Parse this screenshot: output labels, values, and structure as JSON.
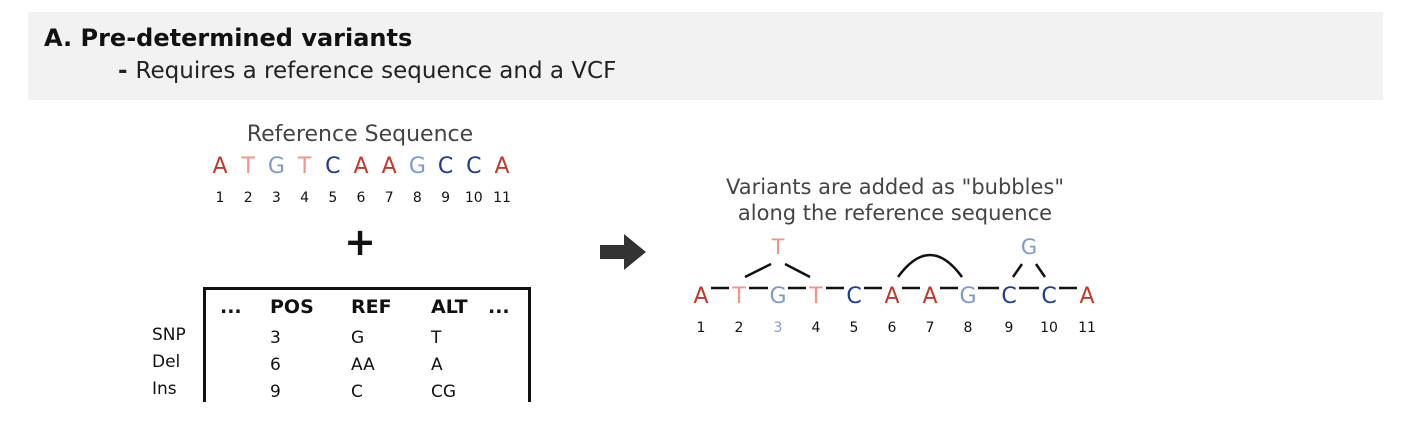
{
  "header": {
    "title": "A. Pre-determined variants",
    "bullet": "-",
    "subtitle": "Requires a reference sequence and a VCF"
  },
  "reference": {
    "label": "Reference Sequence",
    "bases": [
      {
        "base": "A",
        "pos": "1",
        "color": "#c0392b"
      },
      {
        "base": "T",
        "pos": "2",
        "color": "#f1948a"
      },
      {
        "base": "G",
        "pos": "3",
        "color": "#7f9cc9"
      },
      {
        "base": "T",
        "pos": "4",
        "color": "#f1948a"
      },
      {
        "base": "C",
        "pos": "5",
        "color": "#1f3a93"
      },
      {
        "base": "A",
        "pos": "6",
        "color": "#c0392b"
      },
      {
        "base": "A",
        "pos": "7",
        "color": "#c0392b"
      },
      {
        "base": "G",
        "pos": "8",
        "color": "#7f9cc9"
      },
      {
        "base": "C",
        "pos": "9",
        "color": "#1f3a93"
      },
      {
        "base": "C",
        "pos": "10",
        "color": "#1f3a93"
      },
      {
        "base": "A",
        "pos": "11",
        "color": "#c0392b"
      }
    ]
  },
  "plus": "+",
  "vcf": {
    "header": {
      "left_ellipsis": "...",
      "pos": "POS",
      "ref": "REF",
      "alt": "ALT",
      "right_ellipsis": "..."
    },
    "rows": [
      {
        "label": "SNP",
        "pos": "3",
        "ref": "G",
        "alt": "T"
      },
      {
        "label": "Del",
        "pos": "6",
        "ref": "AA",
        "alt": "A"
      },
      {
        "label": "Ins",
        "pos": "9",
        "ref": "C",
        "alt": "CG"
      }
    ]
  },
  "graph": {
    "label_line1": "Variants are added as \"bubbles\"",
    "label_line2": "along the reference sequence",
    "nodes": [
      {
        "base": "A",
        "pos": "1",
        "color": "#c0392b"
      },
      {
        "base": "T",
        "pos": "2",
        "color": "#f1948a"
      },
      {
        "base": "G",
        "pos": "3",
        "color": "#7f9cc9"
      },
      {
        "base": "T",
        "pos": "4",
        "color": "#f1948a"
      },
      {
        "base": "C",
        "pos": "5",
        "color": "#1f3a93"
      },
      {
        "base": "A",
        "pos": "6",
        "color": "#c0392b"
      },
      {
        "base": "A",
        "pos": "7",
        "color": "#c0392b"
      },
      {
        "base": "G",
        "pos": "8",
        "color": "#7f9cc9"
      },
      {
        "base": "C",
        "pos": "9",
        "color": "#1f3a93"
      },
      {
        "base": "C",
        "pos": "10",
        "color": "#1f3a93"
      },
      {
        "base": "A",
        "pos": "11",
        "color": "#c0392b"
      }
    ],
    "highlight_pos_color": "#7f9cc9",
    "snp_alt": {
      "base": "T",
      "color": "#f1948a"
    },
    "ins_alt": {
      "base": "G",
      "color": "#7f9cc9"
    },
    "line_color": "#111111"
  }
}
